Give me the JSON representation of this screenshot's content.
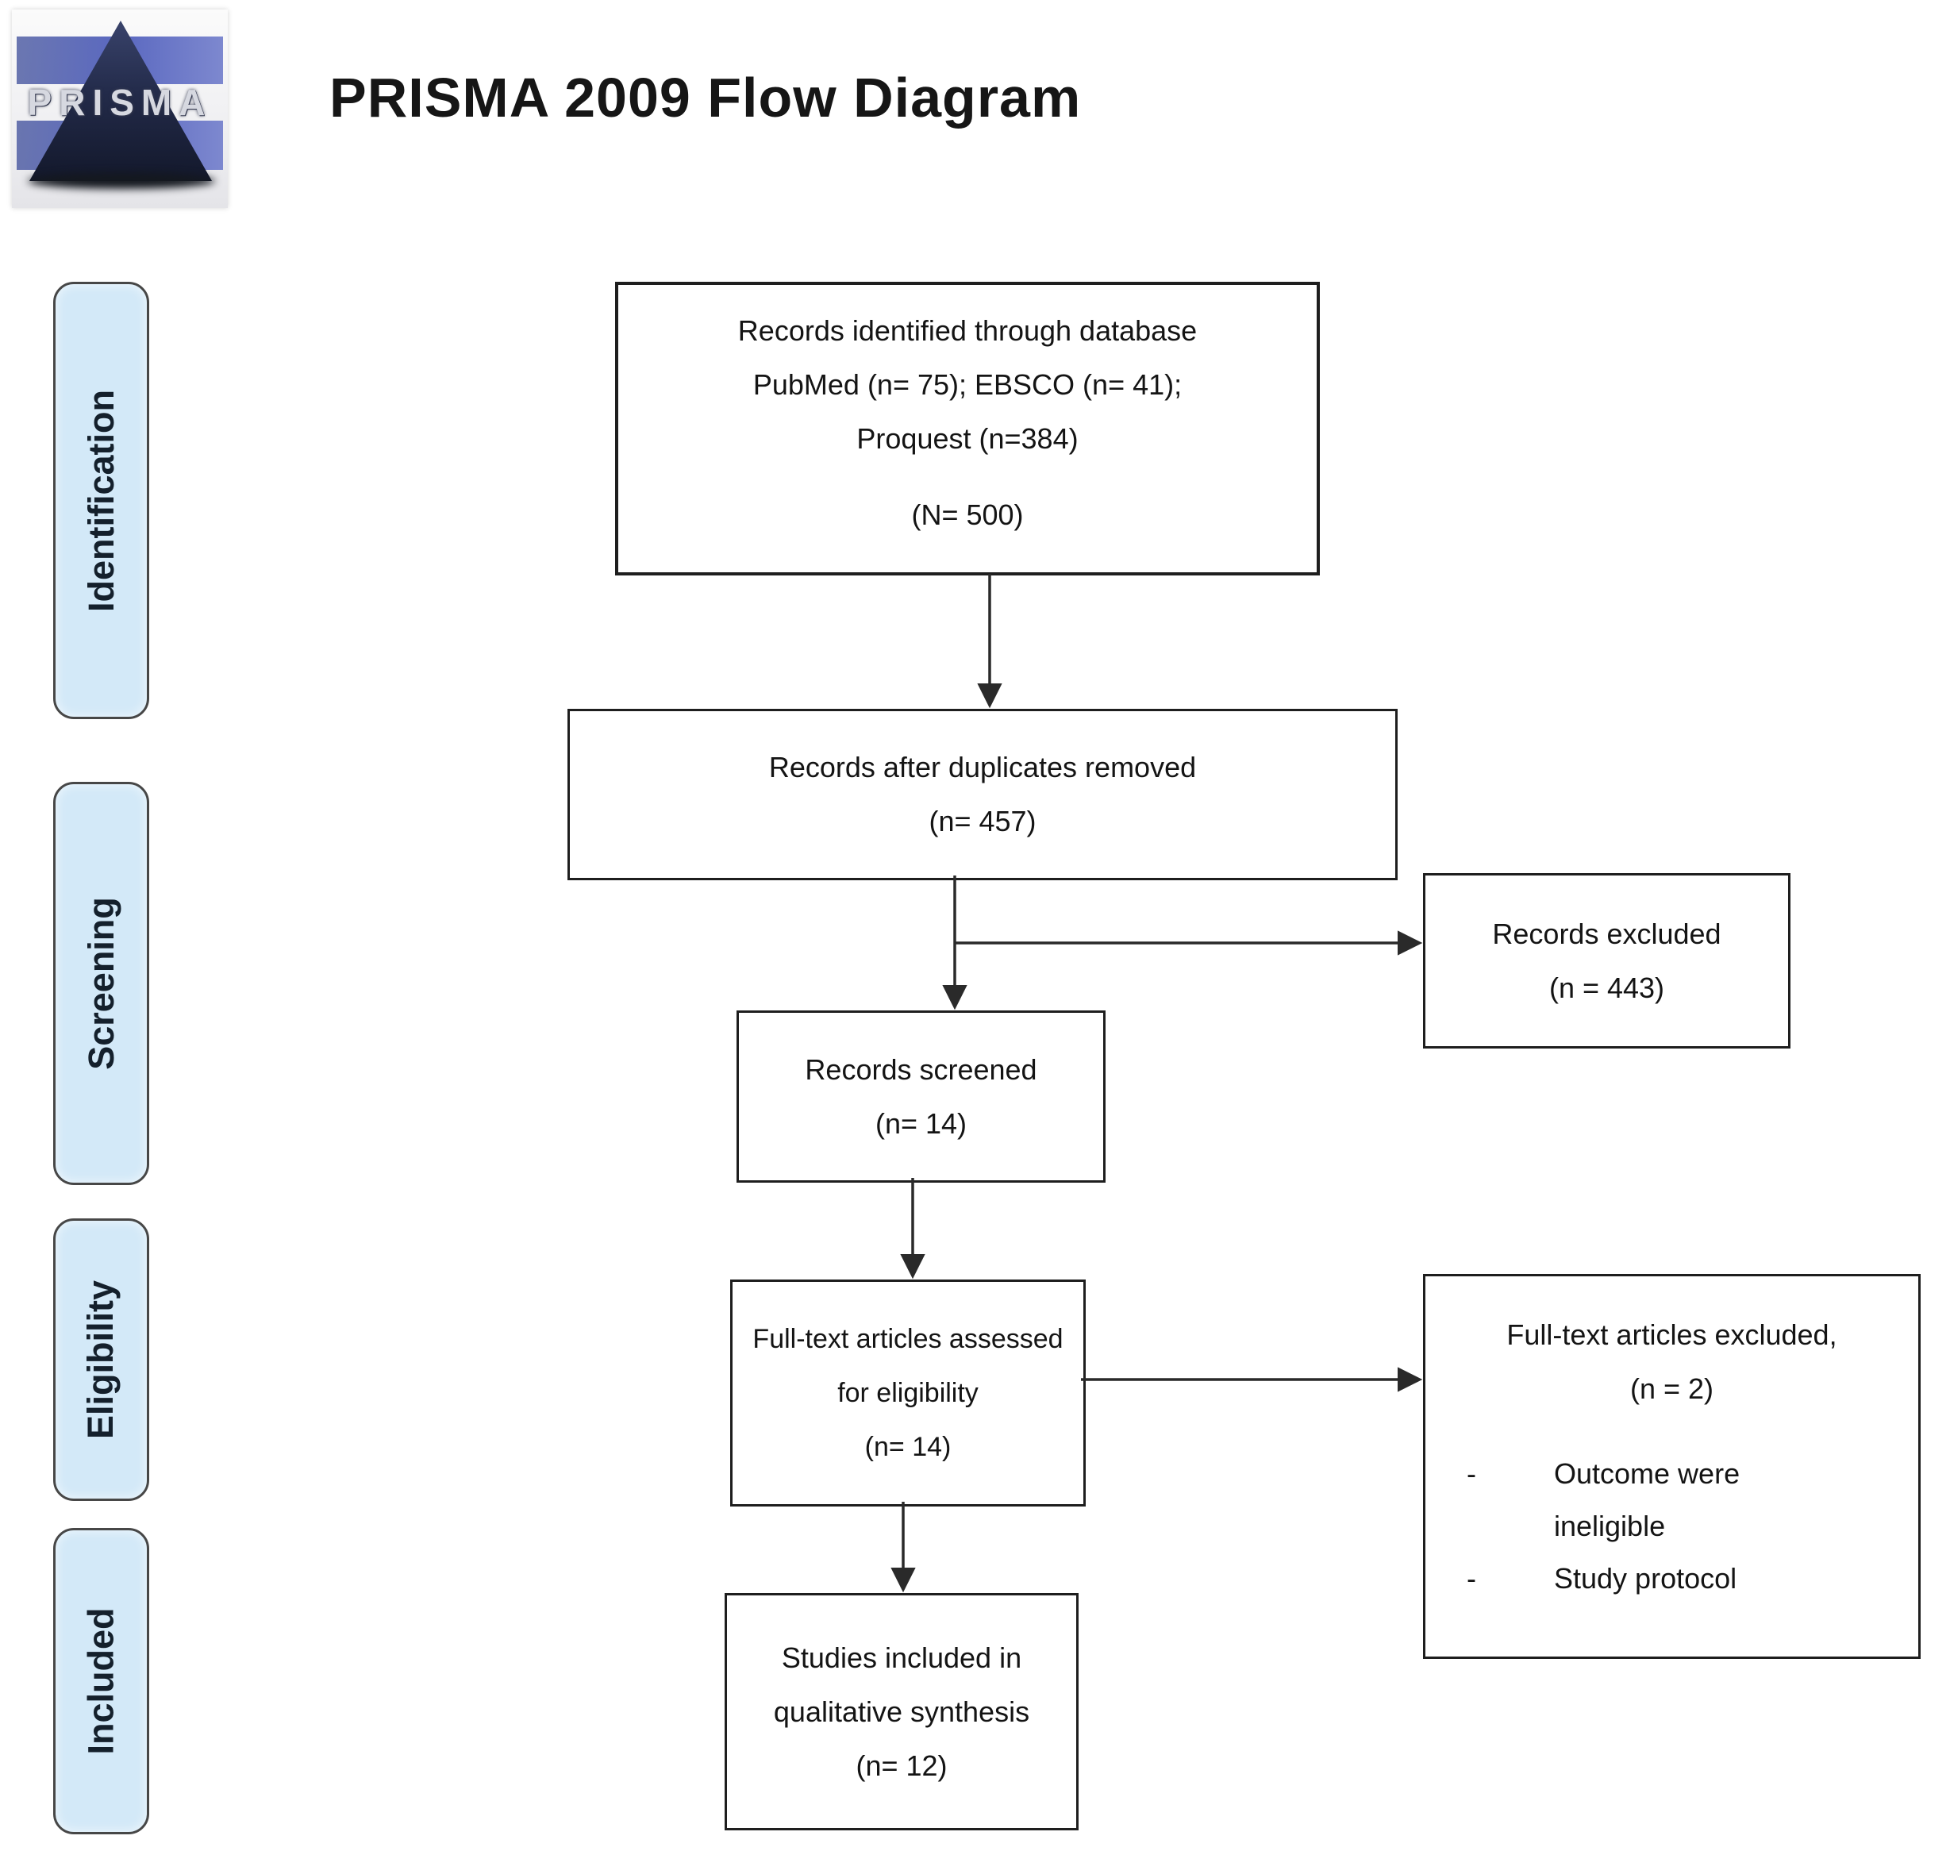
{
  "header": {
    "title": "PRISMA 2009 Flow Diagram",
    "logo_text": "PRISMA"
  },
  "sidebar": {
    "stages": [
      "Identification",
      "Screening",
      "Eligibility",
      "Included"
    ]
  },
  "boxes": {
    "identified": {
      "lines": [
        "Records identified through database",
        "PubMed (n= 75); EBSCO (n= 41);",
        "Proquest (n=384)"
      ],
      "total": "(N= 500)"
    },
    "duplicates_removed": {
      "lines": [
        "Records after duplicates removed",
        "(n= 457)"
      ]
    },
    "records_excluded": {
      "lines": [
        "Records excluded",
        "(n = 443)"
      ]
    },
    "screened": {
      "lines": [
        "Records screened",
        "(n= 14)"
      ]
    },
    "fulltext_assessed": {
      "lines": [
        "Full-text articles assessed",
        "for eligibility",
        "(n= 14)"
      ]
    },
    "fulltext_excluded": {
      "heading": "Full-text articles excluded,",
      "count": "(n = 2)",
      "reasons": [
        "Outcome were ineligible",
        "Study protocol"
      ]
    },
    "included_qualitative": {
      "lines": [
        "Studies included in",
        "qualitative synthesis",
        "(n= 12)"
      ]
    }
  },
  "palette": {
    "stage_pill_fill": "#d3e9f8",
    "stage_pill_border": "#474747",
    "box_border": "#1e1e1e",
    "logo_stripe_blue": "#5a68c0",
    "logo_triangle_navy": "#1b2136",
    "arrow_color": "#2a2a2a",
    "text_color": "#141414"
  }
}
